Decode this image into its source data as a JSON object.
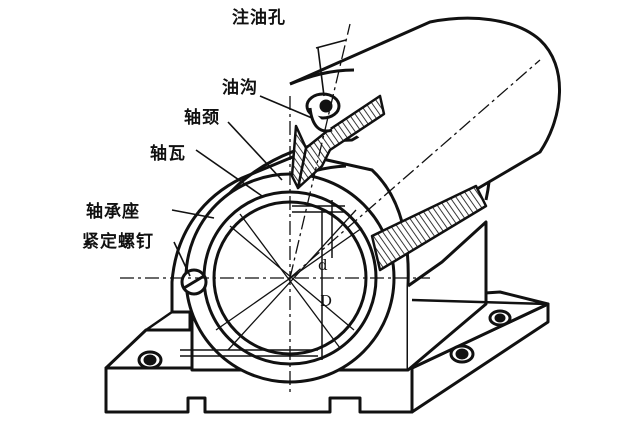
{
  "labels": {
    "oil_hole": "注油孔",
    "oil_groove": "油沟",
    "journal": "轴颈",
    "bushing": "轴瓦",
    "bearing_seat": "轴承座",
    "set_screw": "紧定螺钉"
  },
  "dimensions": {
    "inner": "d",
    "outer": "D"
  },
  "colors": {
    "ink": "#111111",
    "hatch": "#333333",
    "background": "#ffffff"
  }
}
